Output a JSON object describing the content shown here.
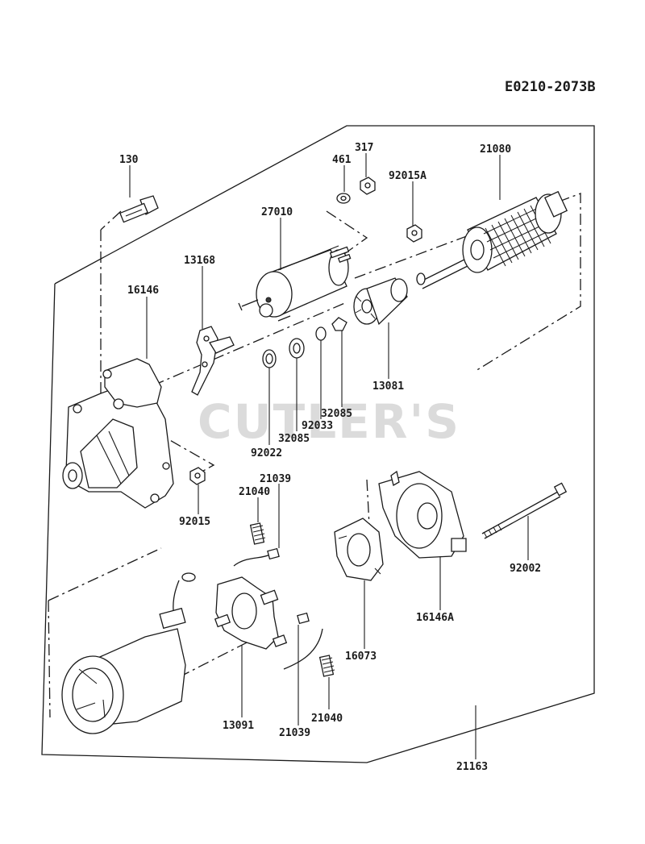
{
  "diagram_code": "E0210-2073B",
  "watermark": "CUTLER'S",
  "parts": {
    "p130": "130",
    "p461": "461",
    "p317": "317",
    "p92015A": "92015A",
    "p21080": "21080",
    "p27010": "27010",
    "p13168": "13168",
    "p16146": "16146",
    "p13081": "13081",
    "p32085a": "32085",
    "p92033": "92033",
    "p32085b": "32085",
    "p92022": "92022",
    "p21039a": "21039",
    "p21040a": "21040",
    "p92015": "92015",
    "p92002": "92002",
    "p16146A": "16146A",
    "p16073": "16073",
    "p13091": "13091",
    "p21039b": "21039",
    "p21040b": "21040",
    "p21163": "21163"
  }
}
